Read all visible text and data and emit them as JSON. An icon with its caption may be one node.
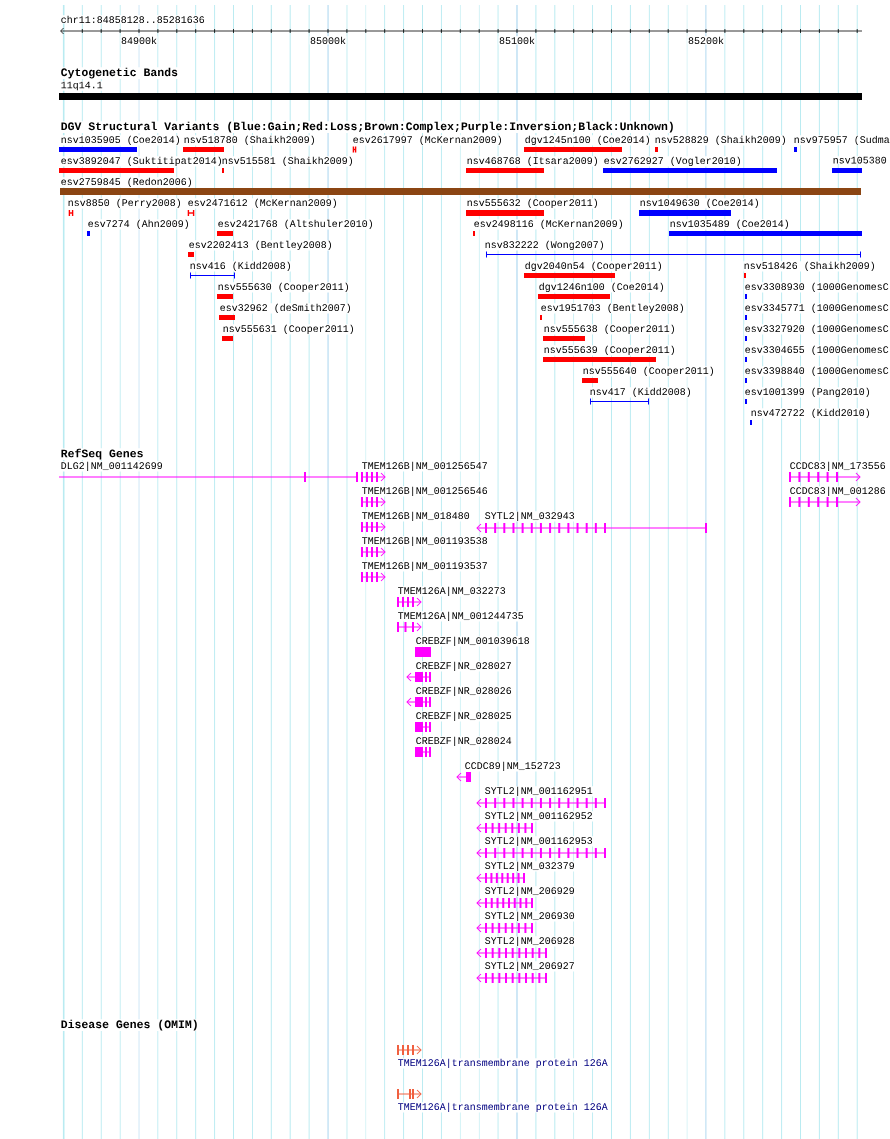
{
  "diagram": {
    "labels": [
      "chr11:84858128..85281636",
      "84900k",
      "85000k",
      "85100k",
      "85200k",
      "Cytogenetic Bands",
      "11q14.1",
      "DGV Structural Variants (Blue:Gain;Red:Loss;Brown:Complex;Purple:Inversion;Black:Unknown)",
      "nsv1035905 (Coe2014)",
      "nsv518780 (Shaikh2009)",
      "esv2617997 (McKernan2009)",
      "dgv1245n100 (Coe2014)",
      "nsv528829 (Shaikh2009)",
      "nsv975957 (Sudma",
      "esv3892047 (Suktitipat2014)",
      "nsv515581 (Shaikh2009)",
      "nsv468768 (Itsara2009)",
      "esv2762927 (Vogler2010)",
      "nsv105380",
      "esv2759845 (Redon2006)",
      "nsv8850 (Perry2008)",
      "esv2471612 (McKernan2009)",
      "nsv555632 (Cooper2011)",
      "nsv1049630 (Coe2014)",
      "esv7274 (Ahn2009)",
      "esv2421768 (Altshuler2010)",
      "esv2498116 (McKernan2009)",
      "nsv1035489 (Coe2014)",
      "esv2202413 (Bentley2008)",
      "nsv832222 (Wong2007)",
      "nsv416 (Kidd2008)",
      "dgv2040n54 (Cooper2011)",
      "nsv518426 (Shaikh2009)",
      "nsv555630 (Cooper2011)",
      "dgv1246n100 (Coe2014)",
      "esv3308930 (1000GenomesC",
      "esv32962 (deSmith2007)",
      "esv1951703 (Bentley2008)",
      "esv3345771 (1000GenomesC",
      "nsv555631 (Cooper2011)",
      "nsv555638 (Cooper2011)",
      "esv3327920 (1000GenomesC",
      "nsv555639 (Cooper2011)",
      "esv3304655 (1000GenomesC",
      "nsv555640 (Cooper2011)",
      "esv3398840 (1000GenomesC",
      "nsv417 (Kidd2008)",
      "esv1001399 (Pang2010)",
      "nsv472722 (Kidd2010)",
      "RefSeq Genes",
      "DLG2|NM_001142699",
      "TMEM126B|NM_001256547",
      "CCDC83|NM_173556",
      "TMEM126B|NM_001256546",
      "CCDC83|NM_001286",
      "TMEM126B|NM_018480",
      "SYTL2|NM_032943",
      "TMEM126B|NM_001193538",
      "TMEM126B|NM_001193537",
      "TMEM126A|NM_032273",
      "TMEM126A|NM_001244735",
      "CREBZF|NM_001039618",
      "CREBZF|NR_028027",
      "CREBZF|NR_028026",
      "CREBZF|NR_028025",
      "CREBZF|NR_028024",
      "CCDC89|NM_152723",
      "SYTL2|NM_001162951",
      "SYTL2|NM_001162952",
      "SYTL2|NM_001162953",
      "SYTL2|NM_032379",
      "SYTL2|NM_206929",
      "SYTL2|NM_206930",
      "SYTL2|NM_206928",
      "SYTL2|NM_206927",
      "Disease Genes (OMIM)",
      "TMEM126A|transmembrane protein 126A",
      "TMEM126A|transmembrane protein 126A"
    ]
  }
}
